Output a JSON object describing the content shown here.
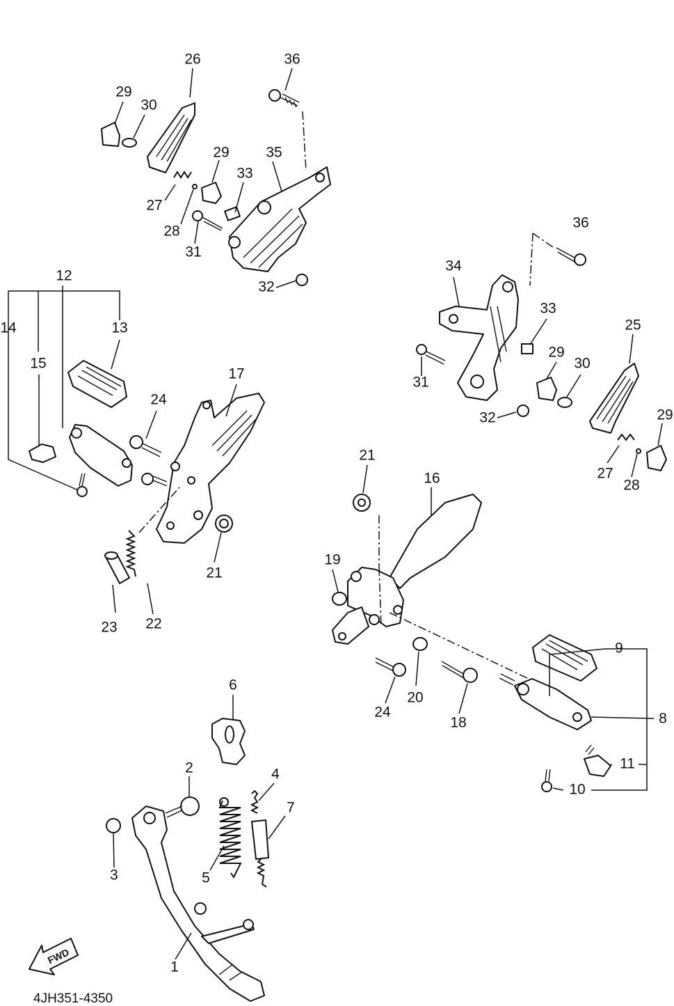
{
  "diagram": {
    "part_code": "4JH351-4350",
    "fwd_label": "FWD",
    "callouts": {
      "c1": "1",
      "c2": "2",
      "c3": "3",
      "c4": "4",
      "c5": "5",
      "c6": "6",
      "c7": "7",
      "c8": "8",
      "c9": "9",
      "c10": "10",
      "c11": "11",
      "c12": "12",
      "c13": "13",
      "c14": "14",
      "c15": "15",
      "c16": "16",
      "c17": "17",
      "c18": "18",
      "c19": "19",
      "c20": "20",
      "c21a": "21",
      "c21b": "21",
      "c22": "22",
      "c23": "23",
      "c24a": "24",
      "c24b": "24",
      "c25": "25",
      "c26": "26",
      "c27a": "27",
      "c27b": "27",
      "c28a": "28",
      "c28b": "28",
      "c29a": "29",
      "c29b": "29",
      "c29c": "29",
      "c29d": "29",
      "c30a": "30",
      "c30b": "30",
      "c31a": "31",
      "c31b": "31",
      "c32a": "32",
      "c32b": "32",
      "c33a": "33",
      "c33b": "33",
      "c34": "34",
      "c35": "35",
      "c36a": "36",
      "c36b": "36"
    }
  }
}
